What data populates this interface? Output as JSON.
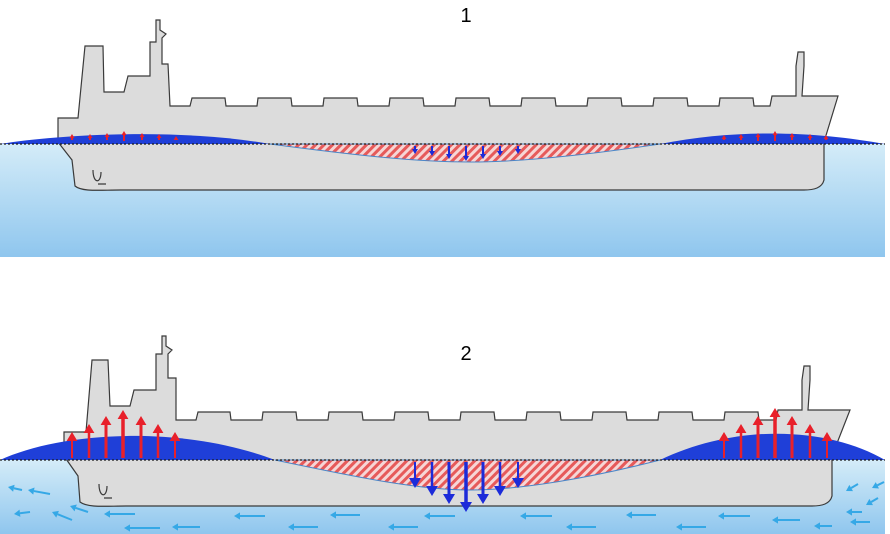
{
  "panels": [
    {
      "label": "1"
    },
    {
      "label": "2"
    }
  ],
  "colors": {
    "hull": "#dcdcdc",
    "hull_stroke": "#3a3a3a",
    "water_top": "#d4ecf8",
    "water_bottom": "#8fc6ee",
    "wave": "#1f3fd8",
    "trough_hatch": "#e65a5a",
    "lift_arrow": "#e8202a",
    "push_arrow": "#1c2bd9",
    "flow_arrow": "#35a8e6"
  },
  "icons": [
    "ship-hull",
    "up-arrow",
    "down-arrow",
    "flow-arrow"
  ]
}
